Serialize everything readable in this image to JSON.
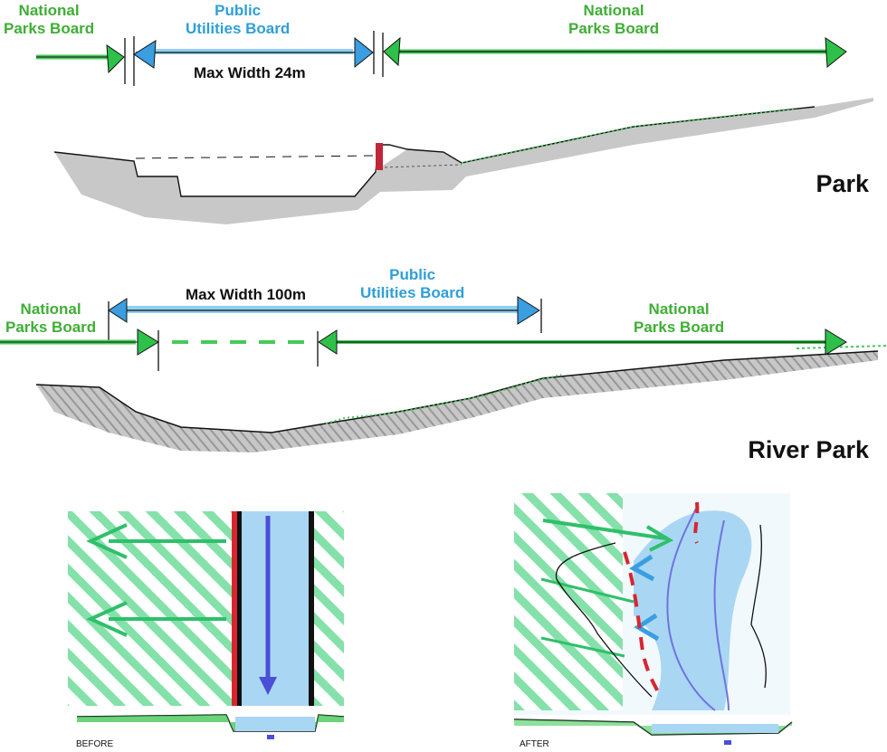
{
  "colors": {
    "green": "#3fae35",
    "blue": "#2f9fd8",
    "red": "#d9252f",
    "purple": "#4a4ed8",
    "ground": "#9a9a9a"
  },
  "park_section": {
    "left_label_line1": "National",
    "left_label_line2": "Parks Board",
    "center_label_line1": "Public",
    "center_label_line2": "Utilities Board",
    "right_label_line1": "National",
    "right_label_line2": "Parks Board",
    "width_label": "Max Width 24m",
    "title": "Park"
  },
  "river_park_section": {
    "left_label_line1": "National",
    "left_label_line2": "Parks Board",
    "center_label_line1": "Public",
    "center_label_line2": "Utilities Board",
    "right_label_line1": "National",
    "right_label_line2": "Parks Board",
    "width_label": "Max Width 100m",
    "title": "River Park"
  },
  "before_plan": {
    "caption": "BEFORE"
  },
  "after_plan": {
    "caption": "AFTER"
  }
}
